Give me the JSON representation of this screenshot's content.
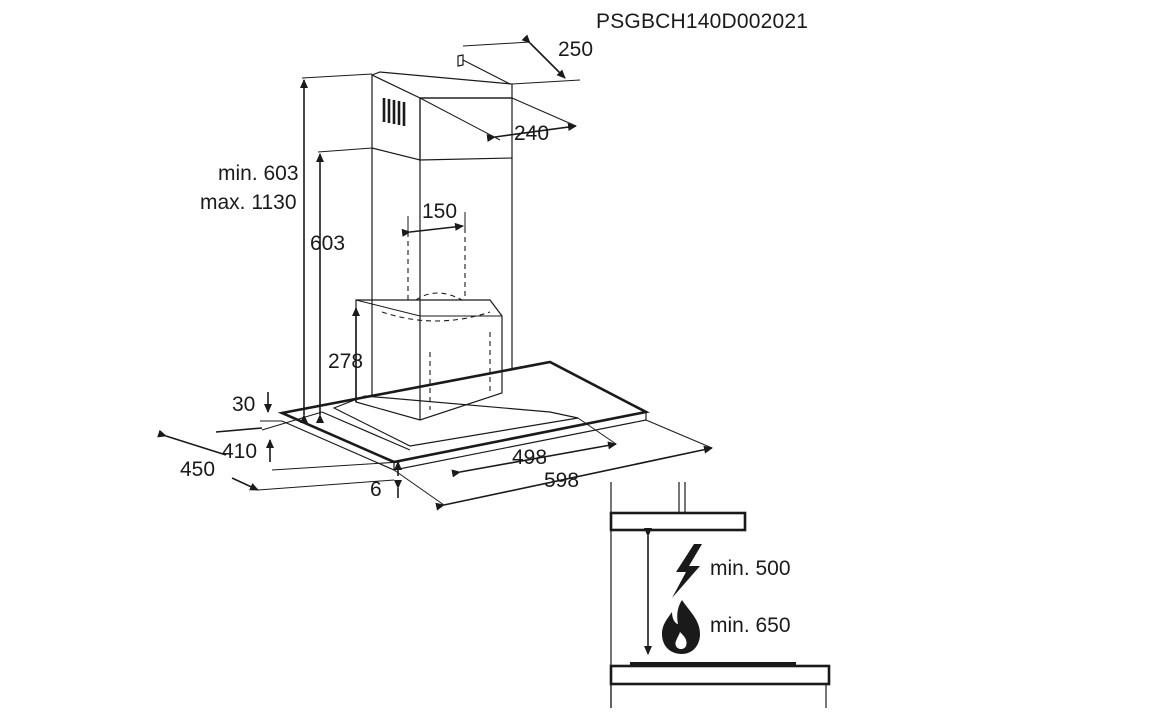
{
  "product_code": "PSGBCH140D002021",
  "dimensions": {
    "chimney_depth": "250",
    "chimney_width": "240",
    "outlet_diameter": "150",
    "chimney_min": "min. 603",
    "chimney_max": "max. 1130",
    "chimney_fixed": "603",
    "body_height": "278",
    "glass_thickness": "30",
    "depth_inner": "410",
    "depth_outer": "450",
    "width_inner": "498",
    "width_outer": "598",
    "edge": "6"
  },
  "clearance": {
    "electric_label": "min. 500",
    "gas_label": "min. 650",
    "electric_icon": "lightning-icon",
    "gas_icon": "flame-icon"
  }
}
